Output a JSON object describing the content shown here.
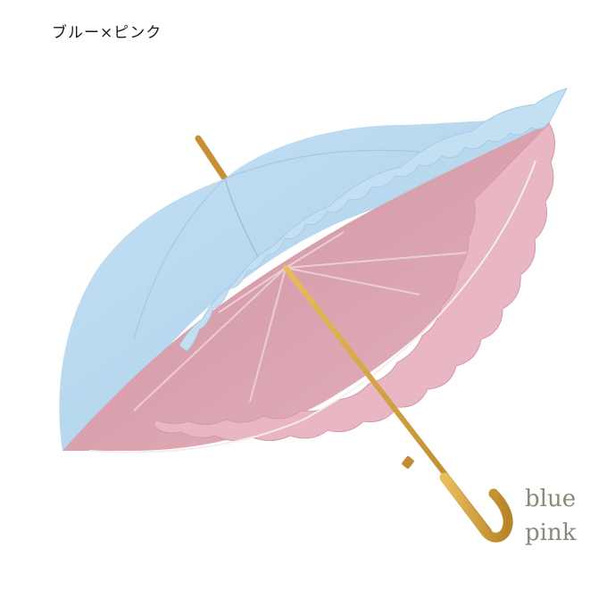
{
  "product": {
    "title": "ブルー×ピンク"
  },
  "color_labels": {
    "outer": "blue",
    "inner": "pink"
  },
  "colors": {
    "canopy_outer": "#b9d9f0",
    "canopy_outer_shade": "#a7cbe6",
    "canopy_inner": "#d8a3b0",
    "canopy_inner_shade": "#c98f9e",
    "frill_pink": "#e6b0be",
    "handle_gold": "#d9a640",
    "handle_gold_dark": "#b8842a",
    "caption_text": "#8a8a78"
  }
}
